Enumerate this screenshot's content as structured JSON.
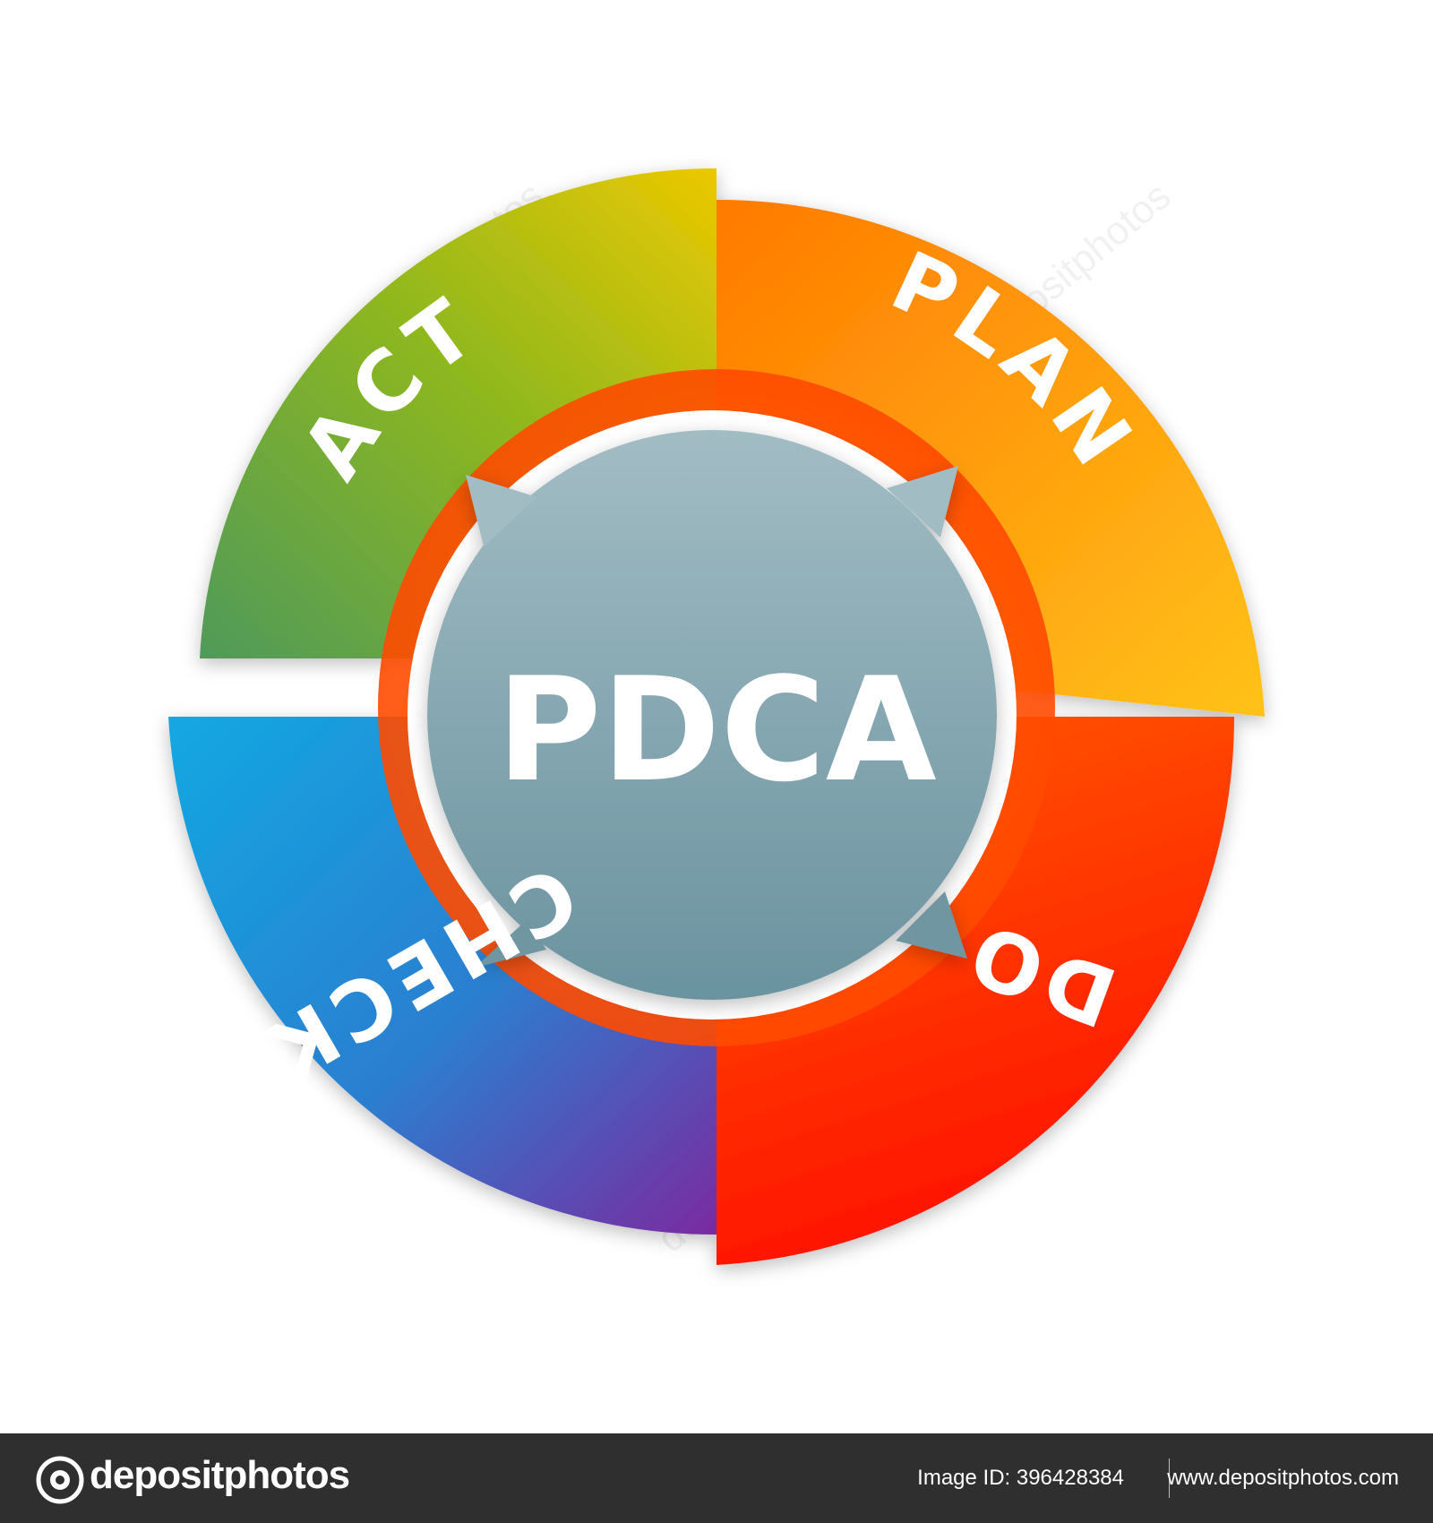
{
  "center": {
    "label": "PDCA",
    "color": "#8aa6b0"
  },
  "segments": [
    {
      "key": "plan",
      "label": "PLAN",
      "color_from": "#ff8a00",
      "color_to": "#ffc21a"
    },
    {
      "key": "do",
      "label": "DO",
      "color_from": "#ff5a00",
      "color_to": "#ff1500"
    },
    {
      "key": "check",
      "label": "CHECK",
      "color_from": "#0fa6e0",
      "color_to": "#7a2aa0"
    },
    {
      "key": "act",
      "label": "ACT",
      "color_from": "#4f9a5a",
      "color_to": "#e6c400"
    }
  ],
  "watermark": {
    "text": "depositphotos"
  },
  "footer": {
    "brand": "depositphotos",
    "image_id": "Image ID: 396428384",
    "site": "www.depositphotos.com",
    "background": "#2f2f2f"
  }
}
